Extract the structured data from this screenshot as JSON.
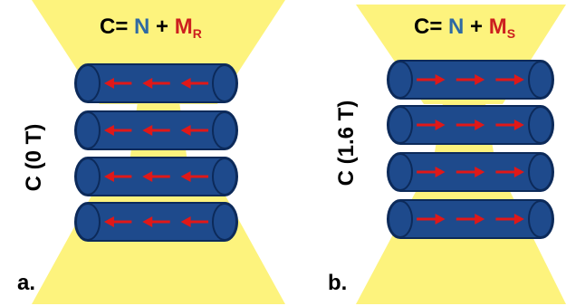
{
  "panels": [
    {
      "equation": {
        "c": "C=",
        "n": "N",
        "plus": "+",
        "m": "M",
        "sub": "R"
      },
      "side_label": "C (0 T)",
      "letter": "a.",
      "arrow_direction": "left",
      "arrows_per_cylinder": 3,
      "cylinder_count": 4
    },
    {
      "equation": {
        "c": "C=",
        "n": "N",
        "plus": "+",
        "m": "M",
        "sub": "S"
      },
      "side_label": "C (1.6 T)",
      "letter": "b.",
      "arrow_direction": "right",
      "arrows_per_cylinder": 3,
      "cylinder_count": 4
    }
  ],
  "colors": {
    "cone": "#fdf37d",
    "cylinder": "#1e4a8c",
    "cylinder_edge": "#0c2a5a",
    "arrow": "#e01818",
    "n_text": "#2f6aa3",
    "m_text": "#cc1f1f"
  }
}
